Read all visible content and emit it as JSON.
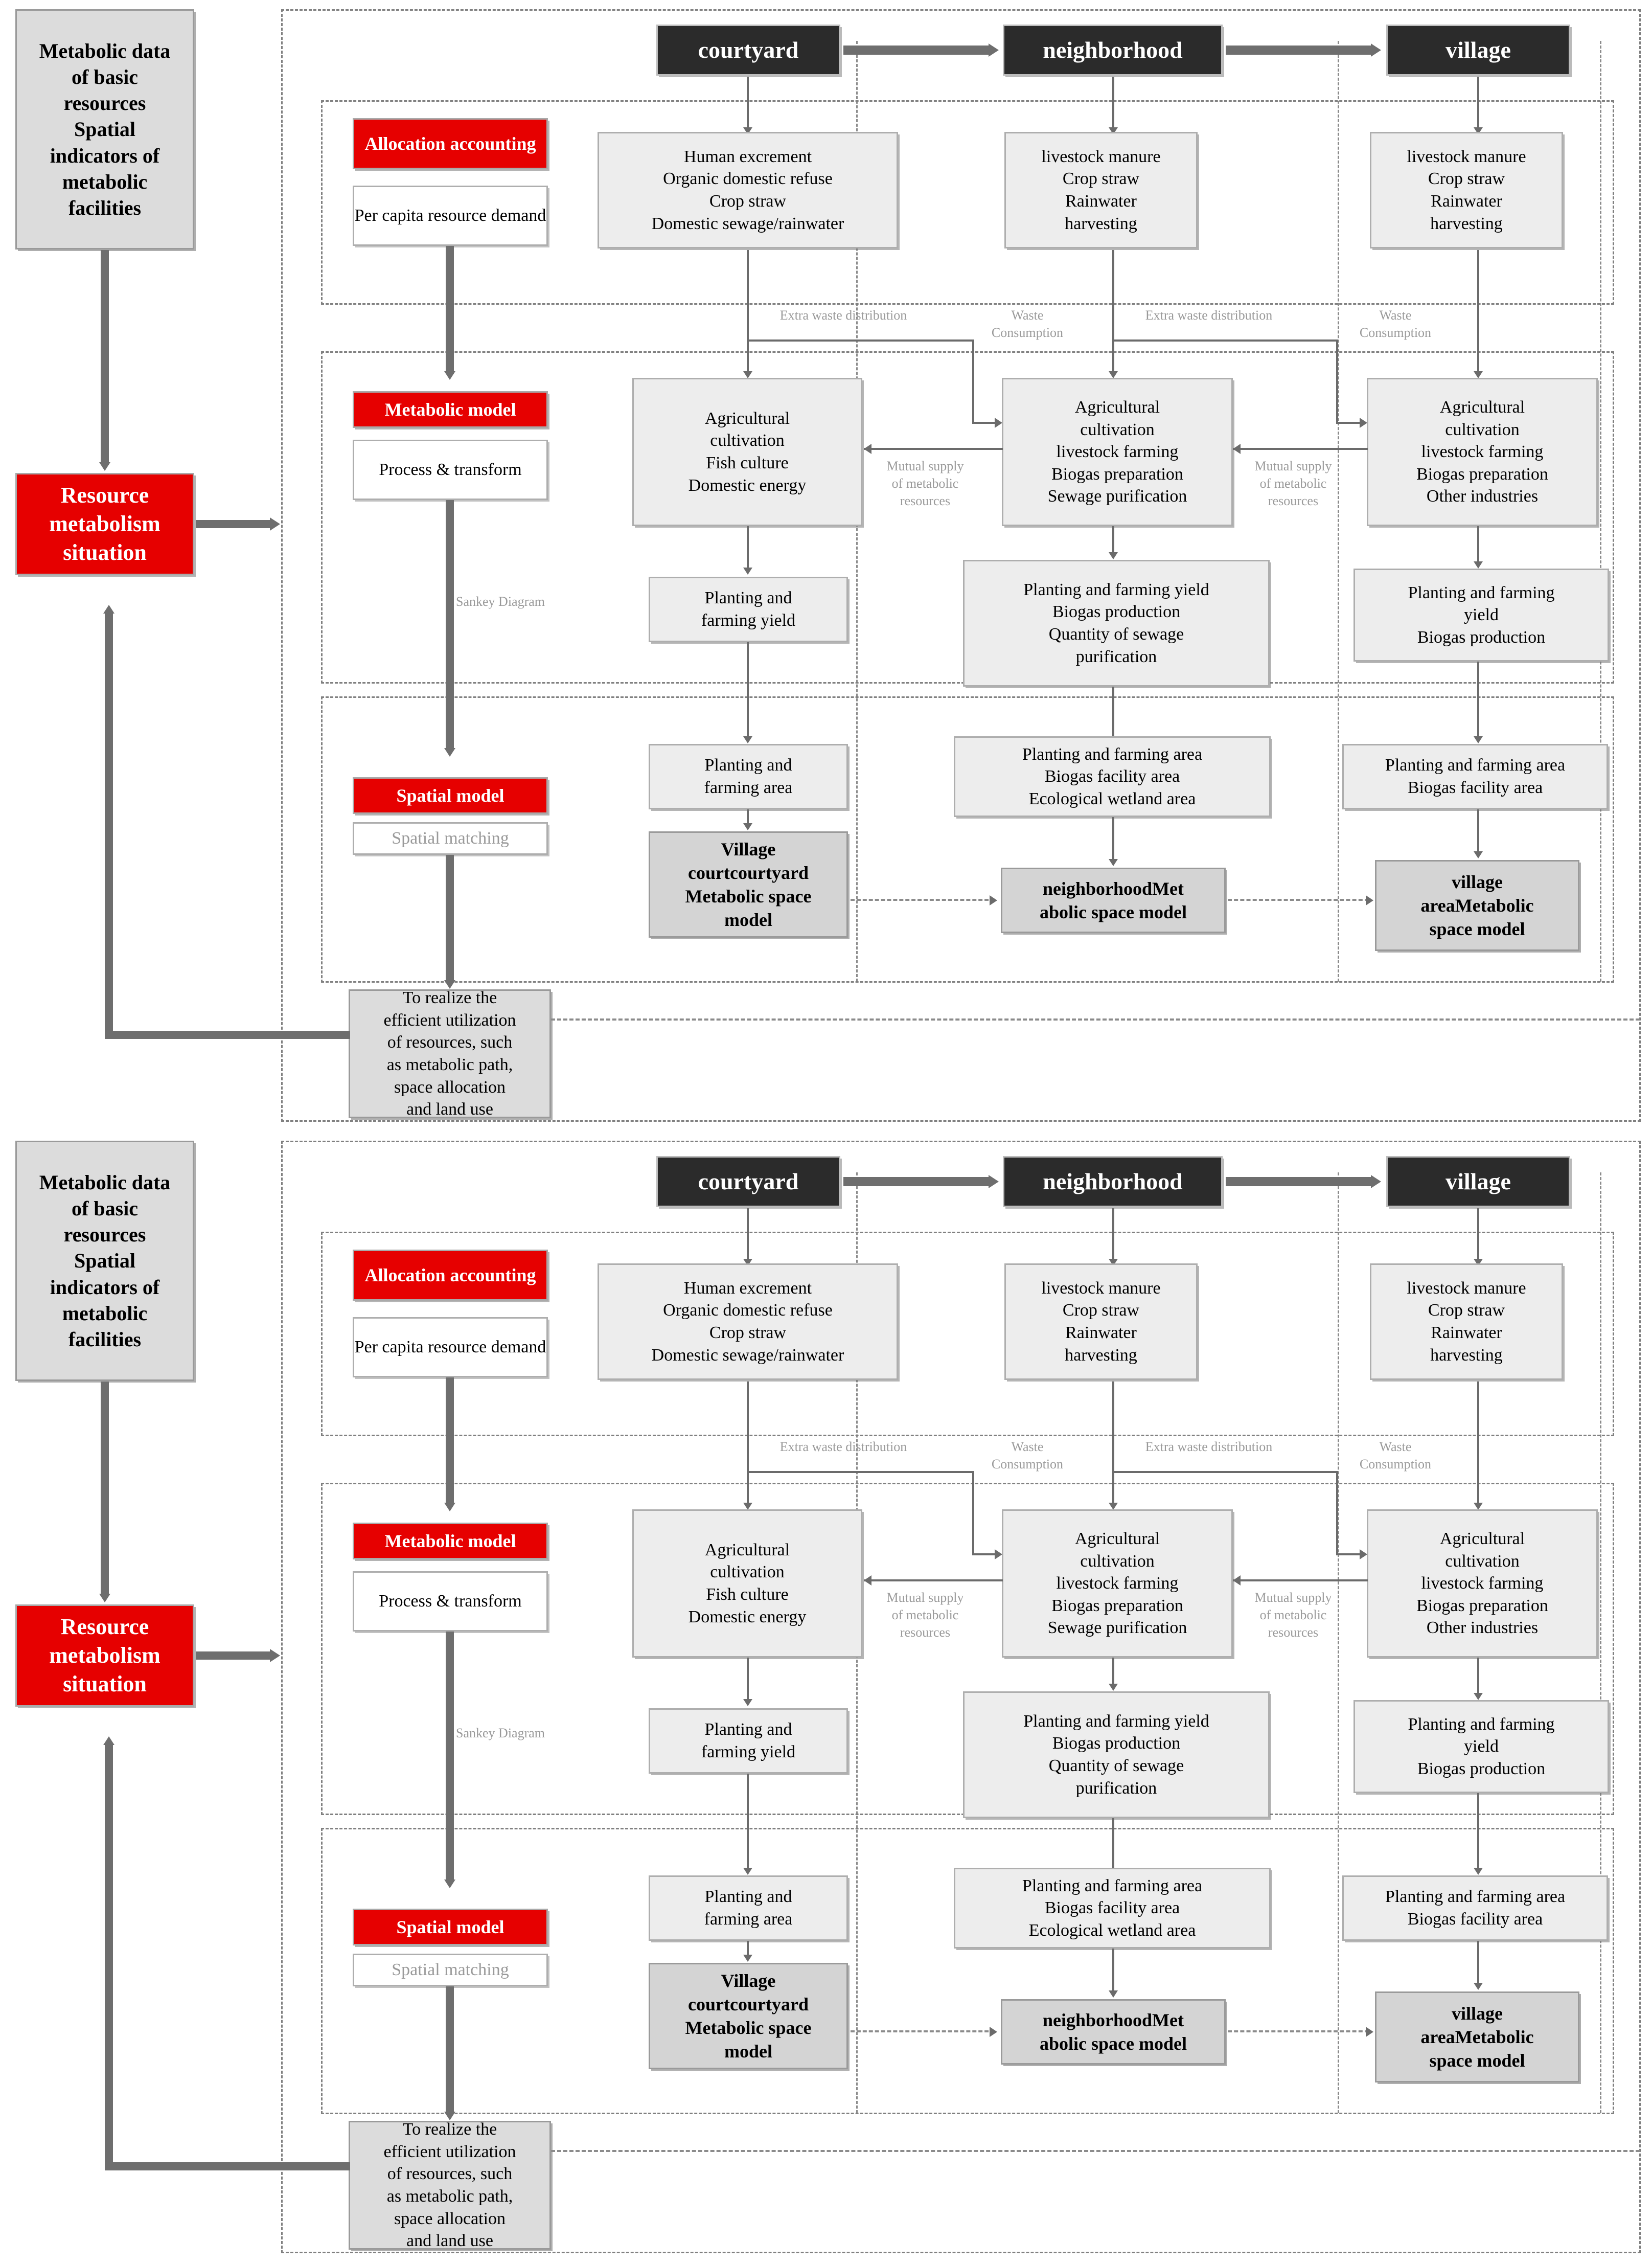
{
  "diagram": {
    "title_hidden": "",
    "colors": {
      "accent_red": "#e60000",
      "node_dark": "#2b2b2b",
      "box_grey": "#ededed",
      "box_midgrey": "#d4d4d4",
      "line_grey": "#6e6e6e",
      "label_grey": "#9a9a9a"
    },
    "left_input_box": "Metabolic data of basic resources Spatial indicators of metabolic facilities",
    "left_result_box": "Resource metabolism situation",
    "scale_nodes": {
      "courtyard": "courtyard",
      "neighborhood": "neighborhood",
      "village": "village"
    },
    "stages": {
      "allocation": {
        "title": "Allocation accounting",
        "sub": "Per capita resource demand"
      },
      "metabolic": {
        "title": "Metabolic model",
        "sub": "Process & transform"
      },
      "spatial": {
        "title": "Spatial model",
        "sub": "Spatial matching"
      }
    },
    "sankey_label": "Sankey Diagram",
    "row1": {
      "courtyard": "Human excrement\nOrganic domestic refuse\nCrop straw\nDomestic sewage/rainwater",
      "neighborhood": "livestock manure\nCrop straw\nRainwater\nharvesting",
      "village": "livestock manure\nCrop straw\nRainwater\nharvesting"
    },
    "row2": {
      "courtyard": "Agricultural\ncultivation\nFish culture\nDomestic energy",
      "neighborhood": "Agricultural\ncultivation\nlivestock farming\nBiogas preparation\nSewage purification",
      "village": "Agricultural\ncultivation\nlivestock farming\nBiogas preparation\nOther industries"
    },
    "row2b": {
      "courtyard": "Planting and\nfarming yield",
      "neighborhood": "Planting and farming yield\nBiogas production\nQuantity of sewage\npurification",
      "village": "Planting and farming\nyield\nBiogas production"
    },
    "row3": {
      "courtyard": "Planting and\nfarming area",
      "neighborhood": "Planting and farming area\nBiogas facility area\nEcological wetland area",
      "village": "Planting and farming area\nBiogas facility area"
    },
    "row3b": {
      "courtyard": "Village\ncourtcourtyard\nMetabolic space\nmodel",
      "neighborhood": "neighborhoodMet\nabolic space model",
      "village": "village\nareaMetabolic\nspace model"
    },
    "outcome_box": "To realize the\nefficient utilization\nof resources, such\nas metabolic path,\nspace allocation\nand land use",
    "connector_labels": {
      "extra_waste": "Extra waste distribution",
      "waste_consumption": "Waste\nConsumption",
      "mutual_supply": "Mutual supply\nof metabolic\nresources"
    }
  }
}
